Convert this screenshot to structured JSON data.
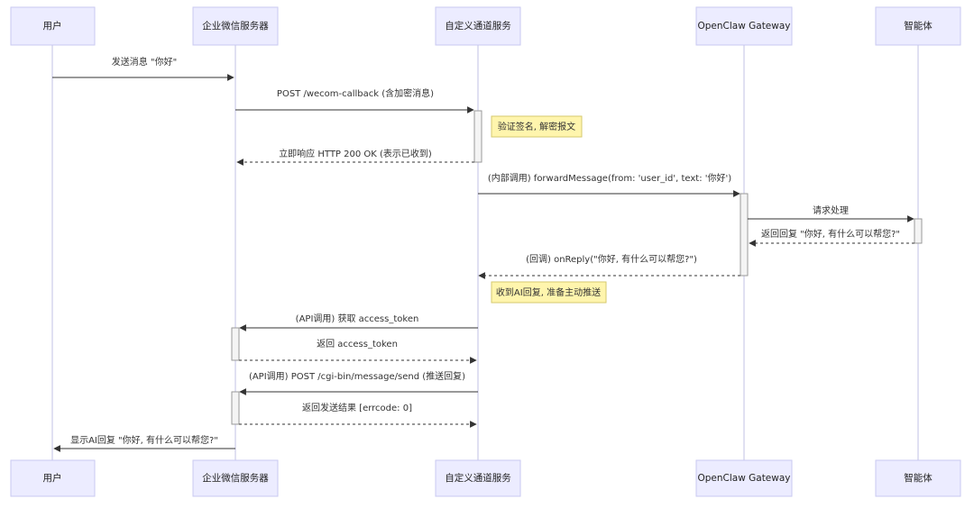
{
  "actors": [
    {
      "id": "user",
      "label": "用户"
    },
    {
      "id": "wecom",
      "label": "企业微信服务器"
    },
    {
      "id": "channel",
      "label": "自定义通道服务"
    },
    {
      "id": "gateway",
      "label": "OpenClaw Gateway"
    },
    {
      "id": "agent",
      "label": "智能体"
    }
  ],
  "messages": [
    {
      "from": "user",
      "to": "wecom",
      "text": "发送消息 \"你好\"",
      "style": "solid"
    },
    {
      "from": "wecom",
      "to": "channel",
      "text": "POST /wecom-callback (含加密消息)",
      "style": "solid"
    },
    {
      "from": "channel",
      "to": "wecom",
      "text": "立即响应 HTTP 200 OK (表示已收到)",
      "style": "dashed"
    },
    {
      "from": "channel",
      "to": "gateway",
      "text": "(内部调用) forwardMessage(from: 'user_id', text: '你好')",
      "style": "solid"
    },
    {
      "from": "gateway",
      "to": "agent",
      "text": "请求处理",
      "style": "solid"
    },
    {
      "from": "agent",
      "to": "gateway",
      "text": "返回回复 \"你好, 有什么可以帮您?\"",
      "style": "dashed"
    },
    {
      "from": "gateway",
      "to": "channel",
      "text": "(回调) onReply(\"你好, 有什么可以帮您?\")",
      "style": "dashed"
    },
    {
      "from": "channel",
      "to": "wecom",
      "text": "(API调用) 获取 access_token",
      "style": "solid"
    },
    {
      "from": "wecom",
      "to": "channel",
      "text": "返回 access_token",
      "style": "dashed"
    },
    {
      "from": "channel",
      "to": "wecom",
      "text": "(API调用) POST /cgi-bin/message/send (推送回复)",
      "style": "solid"
    },
    {
      "from": "wecom",
      "to": "channel",
      "text": "返回发送结果 [errcode: 0]",
      "style": "dashed"
    },
    {
      "from": "wecom",
      "to": "user",
      "text": "显示AI回复 \"你好, 有什么可以帮您?\"",
      "style": "solid"
    }
  ],
  "notes": [
    {
      "text": "验证签名, 解密报文"
    },
    {
      "text": "收到AI回复, 准备主动推送"
    }
  ],
  "colors": {
    "actor_fill": "#ececff",
    "note_fill": "#fff5ad",
    "line": "#333333"
  }
}
